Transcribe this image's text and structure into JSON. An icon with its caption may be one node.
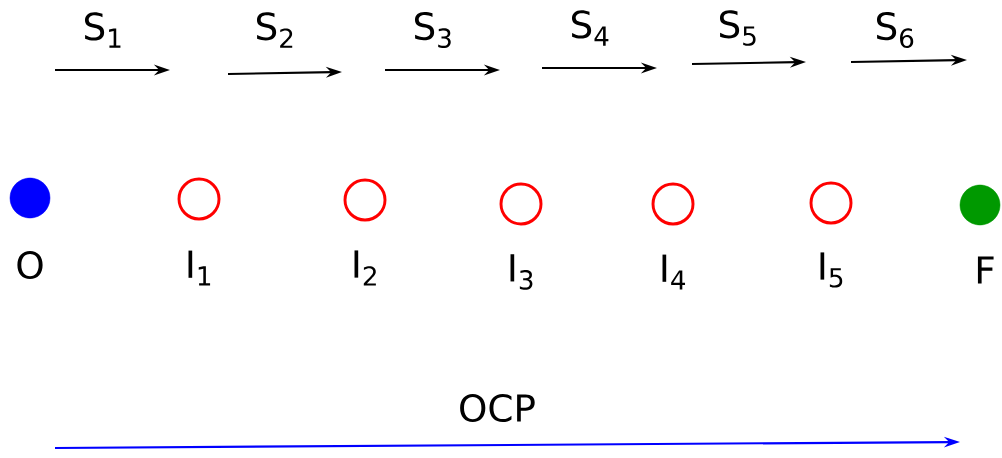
{
  "diagram": {
    "nodes": [
      {
        "text": [],
        "shape": "circle",
        "beside": [
          "O"
        ]
      },
      {
        "text": [],
        "shape": "circle",
        "beside": [
          "I$_{1}$"
        ]
      },
      {
        "text": [],
        "shape": "circle",
        "beside": [
          "I$_{2}$"
        ]
      },
      {
        "text": [],
        "shape": "circle",
        "beside": [
          "I$_{3}$"
        ]
      },
      {
        "text": [],
        "shape": "circle",
        "beside": [
          "I$_{4}$"
        ]
      },
      {
        "text": [],
        "shape": "circle",
        "beside": [
          "I$_{5}$"
        ]
      },
      {
        "text": [],
        "shape": "circle",
        "beside": [
          "F"
        ]
      }
    ],
    "labels": [
      "S$_{1}$",
      "S$_{2}$",
      "S$_{3}$",
      "S$_{4}$",
      "S$_{5}$",
      "S$_{6}$",
      "OCP"
    ]
  }
}
